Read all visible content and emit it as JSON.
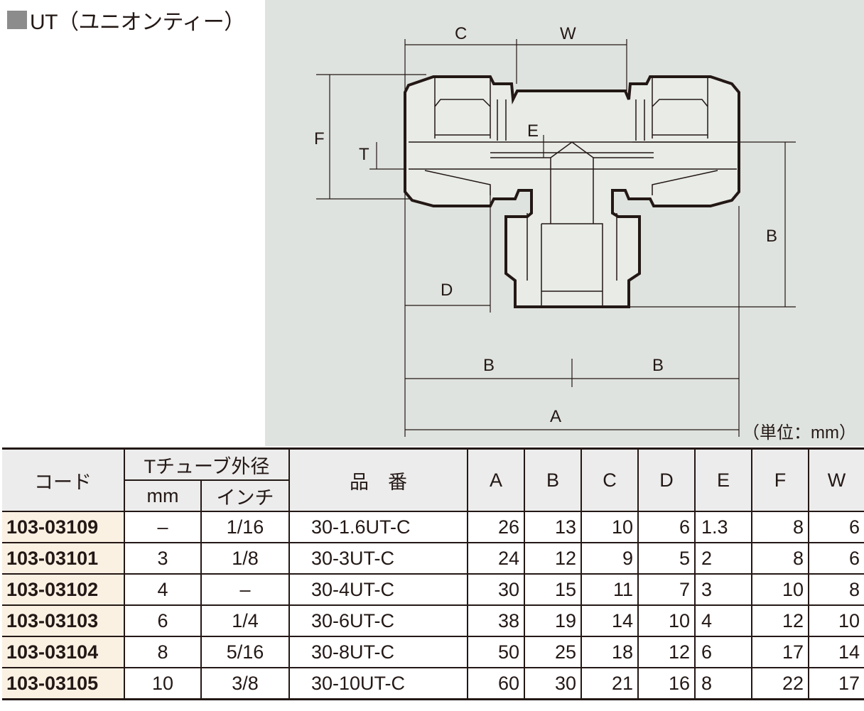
{
  "title": "UT（ユニオンティー）",
  "drawing": {
    "labels": {
      "C": "C",
      "W": "W",
      "F": "F",
      "T": "T",
      "E": "E",
      "B_right": "B",
      "D": "D",
      "B_left": "B",
      "B_mid": "B",
      "A": "A"
    },
    "unit": "（単位：mm）",
    "background": "#dfe3df"
  },
  "table": {
    "headers": {
      "code": "コード",
      "tube_od": "Tチューブ外径",
      "mm": "mm",
      "inch": "インチ",
      "part_no": "品　番",
      "A": "A",
      "B": "B",
      "C": "C",
      "D": "D",
      "E": "E",
      "F": "F",
      "W": "W"
    },
    "rows": [
      {
        "code": "103-03109",
        "mm": "–",
        "inch": "1/16",
        "part_no": "30-1.6UT-C",
        "A": "26",
        "B": "13",
        "C": "10",
        "D": "6",
        "E": "1.3",
        "F": "8",
        "W": "6"
      },
      {
        "code": "103-03101",
        "mm": "3",
        "inch": "1/8",
        "part_no": "30-3UT-C",
        "A": "24",
        "B": "12",
        "C": "9",
        "D": "5",
        "E": "2",
        "F": "8",
        "W": "6"
      },
      {
        "code": "103-03102",
        "mm": "4",
        "inch": "–",
        "part_no": "30-4UT-C",
        "A": "30",
        "B": "15",
        "C": "11",
        "D": "7",
        "E": "3",
        "F": "10",
        "W": "8"
      },
      {
        "code": "103-03103",
        "mm": "6",
        "inch": "1/4",
        "part_no": "30-6UT-C",
        "A": "38",
        "B": "19",
        "C": "14",
        "D": "10",
        "E": "4",
        "F": "12",
        "W": "10"
      },
      {
        "code": "103-03104",
        "mm": "8",
        "inch": "5/16",
        "part_no": "30-8UT-C",
        "A": "50",
        "B": "25",
        "C": "18",
        "D": "12",
        "E": "6",
        "F": "17",
        "W": "14"
      },
      {
        "code": "103-03105",
        "mm": "10",
        "inch": "3/8",
        "part_no": "30-10UT-C",
        "A": "60",
        "B": "30",
        "C": "21",
        "D": "16",
        "E": "8",
        "F": "22",
        "W": "17"
      }
    ]
  }
}
